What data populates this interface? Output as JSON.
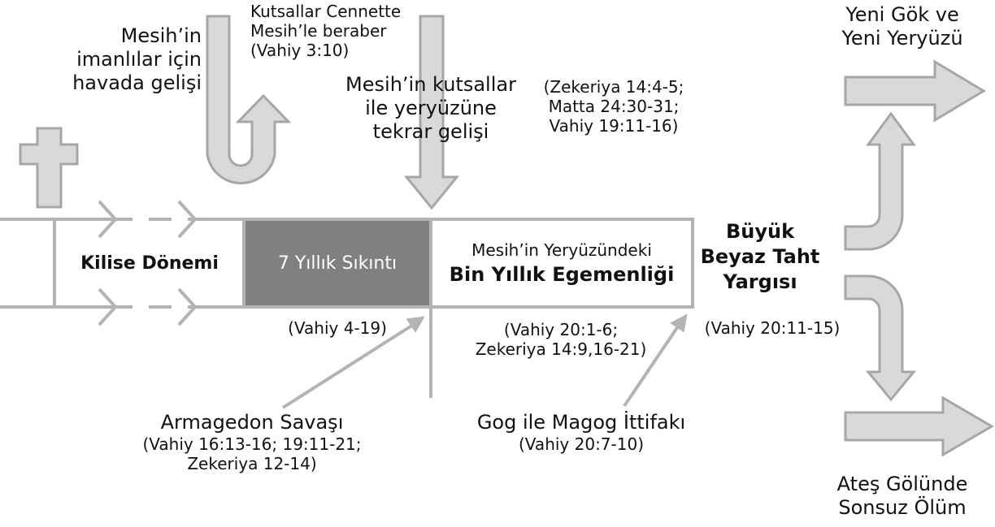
{
  "colors": {
    "arrow_fill": "#d9d9d9",
    "arrow_stroke": "#a6a6a6",
    "timeline_line": "#b3b3b3",
    "tribulation_fill": "#808080",
    "tribulation_text": "#ffffff"
  },
  "labels": {
    "rapture": [
      "Mesih’in",
      "imanlılar için",
      "havada gelişi"
    ],
    "saints_heaven": [
      "Kutsallar Cennette",
      "Mesih’le beraber",
      "(Vahiy 3:10)"
    ],
    "second_coming": [
      "Mesih’in kutsallar",
      "ile yeryüzüne",
      "tekrar gelişi"
    ],
    "second_coming_ref": [
      "(Zekeriya 14:4-5;",
      "Matta 24:30-31;",
      "Vahiy 19:11-16)"
    ],
    "new_heaven": [
      "Yeni Gök ve",
      "Yeni Yeryüzü"
    ],
    "lake_of_fire": [
      "Ateş Gölünde",
      "Sonsuz Ölüm"
    ],
    "great_white_throne": [
      "Büyük",
      "Beyaz Taht",
      "Yargısı"
    ],
    "great_white_throne_ref": "(Vahiy 20:11-15)",
    "armageddon_title": "Armagedon Savaşı",
    "armageddon_ref": [
      "(Vahiy 16:13-16; 19:11-21;",
      "Zekeriya 12-14)"
    ],
    "gog_magog_title": "Gog ile Magog İttifakı",
    "gog_magog_ref": "(Vahiy 20:7-10)"
  },
  "timeline": {
    "church_age": "Kilise Dönemi",
    "tribulation": "7 Yıllık Sıkıntı",
    "tribulation_ref": "(Vahiy 4-19)",
    "millennium_line1": "Mesih’in Yeryüzündeki",
    "millennium_line2": "Bin Yıllık Egemenliği",
    "millennium_ref": [
      "(Vahiy 20:1-6;",
      "Zekeriya 14:9,16-21)"
    ]
  }
}
